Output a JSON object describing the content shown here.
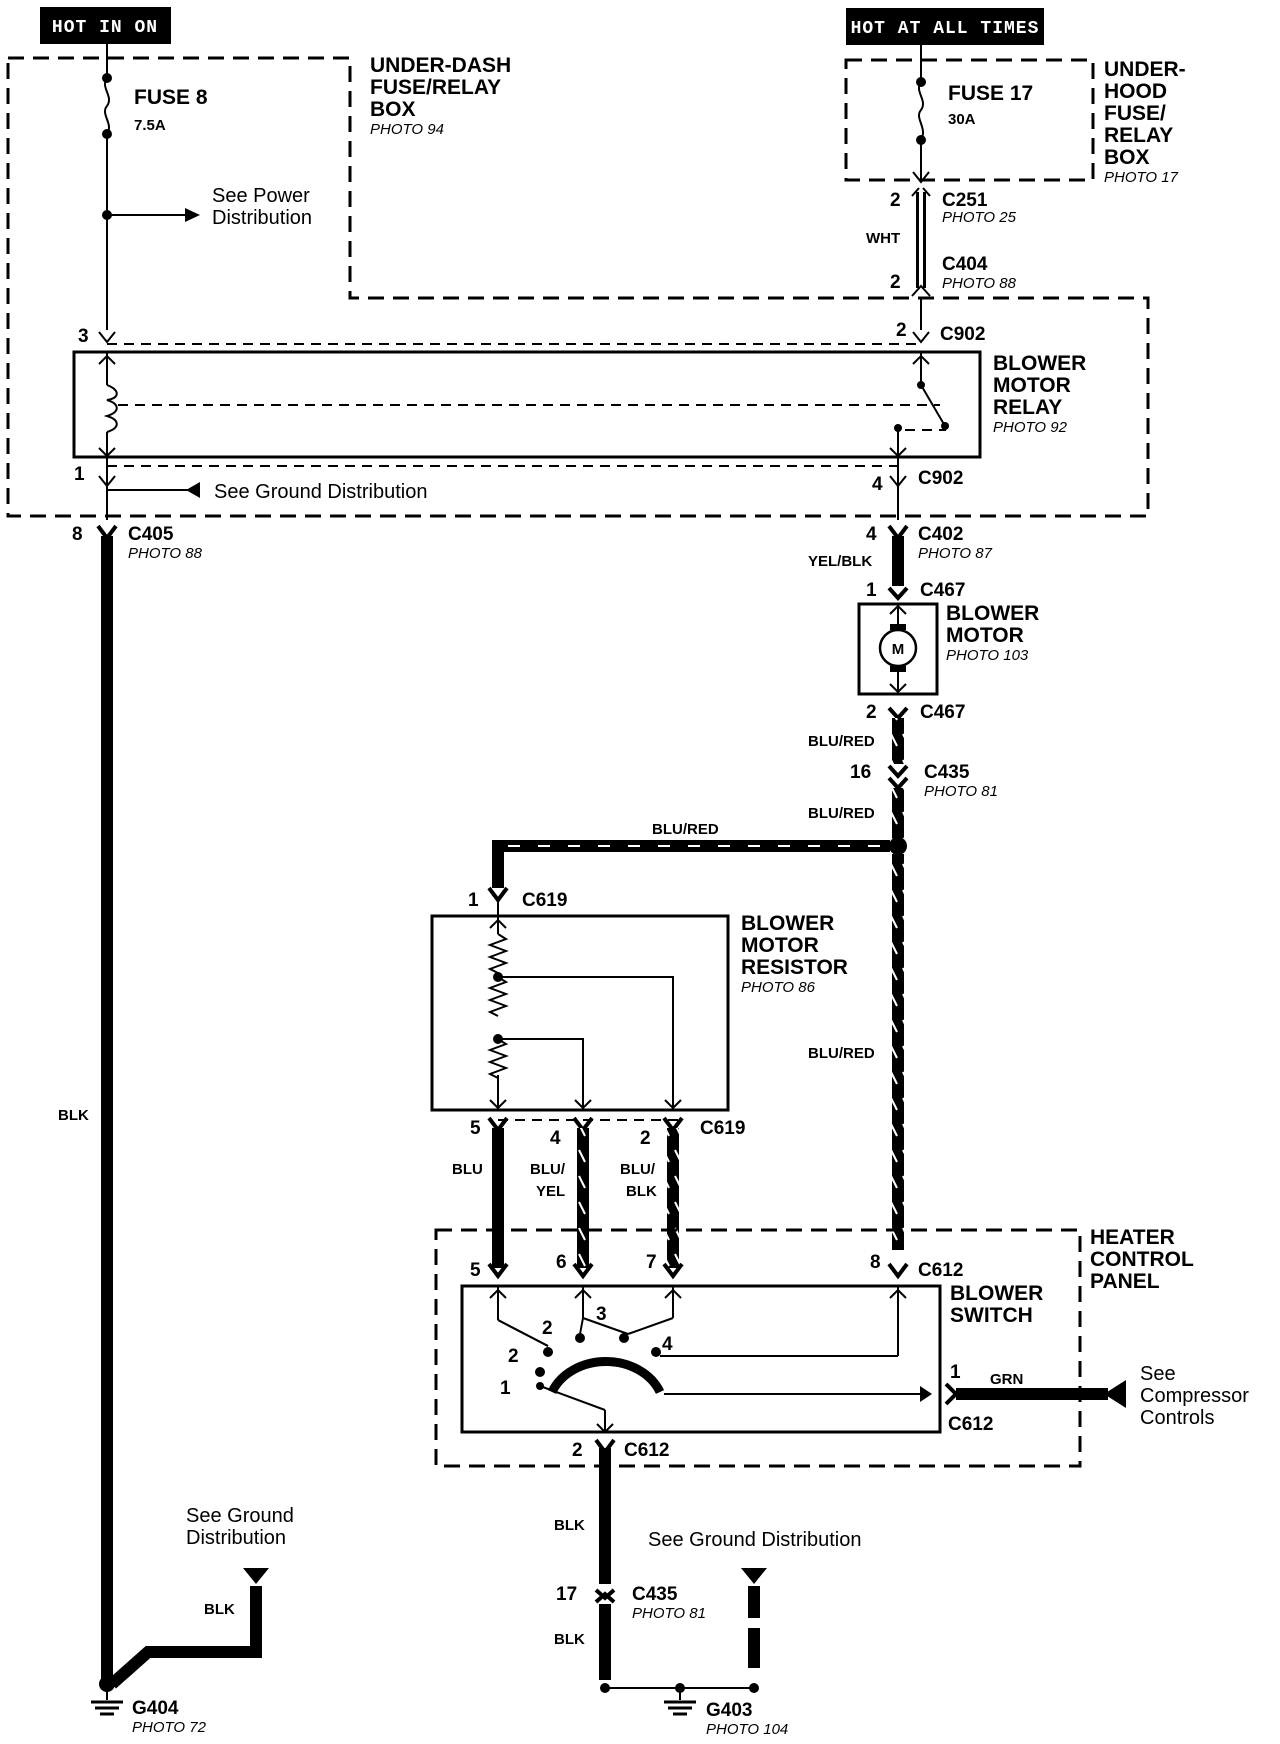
{
  "headers": {
    "hot_in_on": "HOT IN ON",
    "hot_at_all_times": "HOT AT ALL TIMES"
  },
  "under_dash_box": {
    "l1": "UNDER-DASH",
    "l2": "FUSE/RELAY",
    "l3": "BOX",
    "photo": "PHOTO 94"
  },
  "under_hood_box": {
    "l1": "UNDER-",
    "l2": "HOOD",
    "l3": "FUSE/",
    "l4": "RELAY",
    "l5": "BOX",
    "photo": "PHOTO 17"
  },
  "fuse8": {
    "name": "FUSE 8",
    "rating": "7.5A"
  },
  "fuse17": {
    "name": "FUSE 17",
    "rating": "30A"
  },
  "notes": {
    "power_l1": "See Power",
    "power_l2": "Distribution",
    "ground_dist": "See Ground Distribution",
    "ground_left_l1": "See Ground",
    "ground_left_l2": "Distribution",
    "ground_bottom": "See Ground Distribution",
    "compressor_l1": "See",
    "compressor_l2": "Compressor",
    "compressor_l3": "Controls"
  },
  "relay": {
    "l1": "BLOWER",
    "l2": "MOTOR",
    "l3": "RELAY",
    "photo": "PHOTO 92"
  },
  "motor": {
    "l1": "BLOWER",
    "l2": "MOTOR",
    "photo": "PHOTO 103",
    "symbol": "M"
  },
  "resistor": {
    "l1": "BLOWER",
    "l2": "MOTOR",
    "l3": "RESISTOR",
    "photo": "PHOTO 86"
  },
  "heater_panel": {
    "l1": "HEATER",
    "l2": "CONTROL",
    "l3": "PANEL"
  },
  "blower_switch": {
    "l1": "BLOWER",
    "l2": "SWITCH"
  },
  "connectors": {
    "c251": "C251",
    "c251_photo": "PHOTO 25",
    "c404": "C404",
    "c404_photo": "PHOTO 88",
    "c902_top": "C902",
    "c902_bottom": "C902",
    "c405": "C405",
    "c405_photo": "PHOTO 88",
    "c402": "C402",
    "c402_photo": "PHOTO 87",
    "c467_top": "C467",
    "c467_bottom": "C467",
    "c435_top": "C435",
    "c435_top_photo": "PHOTO 81",
    "c619_top": "C619",
    "c619_bottom": "C619",
    "c612_top": "C612",
    "c612_right": "C612",
    "c612_bottom": "C612",
    "c435_bottom": "C435",
    "c435_bottom_photo": "PHOTO 81",
    "g404": "G404",
    "g404_photo": "PHOTO 72",
    "g403": "G403",
    "g403_photo": "PHOTO 104"
  },
  "pins": {
    "c251": "2",
    "c404": "2",
    "c902_in": "2",
    "relay_in_left": "3",
    "relay_out_left": "1",
    "relay_out_right": "4",
    "c405": "8",
    "c402": "4",
    "c467_in": "1",
    "c467_out": "2",
    "c435_top": "16",
    "c619_in": "1",
    "c619_out_5": "5",
    "c619_out_4": "4",
    "c619_out_2": "2",
    "c612_5": "5",
    "c612_6": "6",
    "c612_7": "7",
    "c612_8": "8",
    "c612_1": "1",
    "c612_2": "2",
    "c435_bottom": "17",
    "sw_1": "1",
    "sw_2a": "2",
    "sw_2b": "2",
    "sw_3": "3",
    "sw_4": "4"
  },
  "wire_colors": {
    "wht": "WHT",
    "yel_blk": "YEL/BLK",
    "blu_red_1": "BLU/RED",
    "blu_red_2": "BLU/RED",
    "blu_red_3": "BLU/RED",
    "blu_red_4": "BLU/RED",
    "blk_left": "BLK",
    "blk_left_g": "BLK",
    "blu": "BLU",
    "blu_yel_1": "BLU/",
    "blu_yel_2": "YEL",
    "blu_blk_1": "BLU/",
    "blu_blk_2": "BLK",
    "grn": "GRN",
    "blk_mid1": "BLK",
    "blk_mid2": "BLK"
  }
}
